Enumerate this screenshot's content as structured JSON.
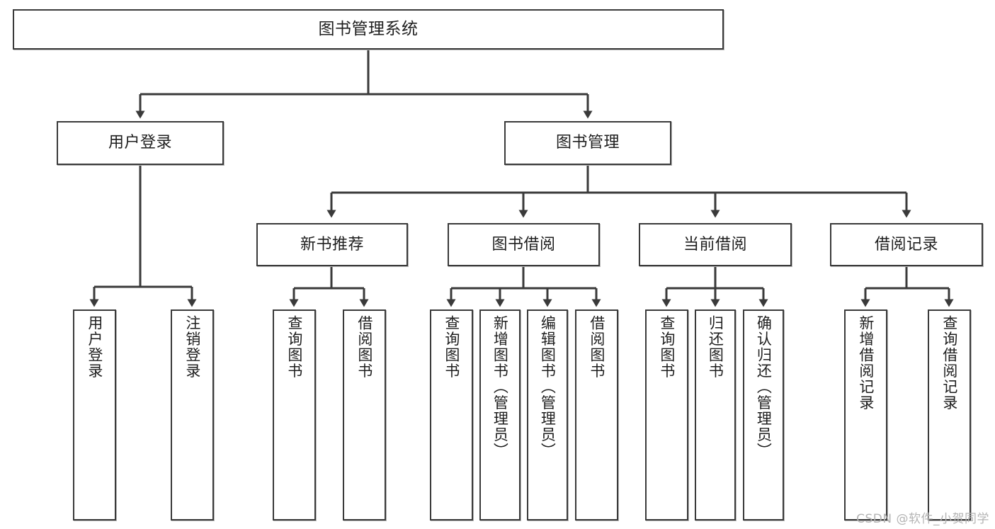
{
  "diagram": {
    "title": "图书管理系统",
    "watermark": "CSDN @软件_小贺同学",
    "line_color": "#3a3a3a",
    "box_fill": "#ffffff",
    "text_color": "#1e1e1e",
    "nodes": {
      "root": "图书管理系统",
      "level2": {
        "user_login": "用户登录",
        "book_manage": "图书管理"
      },
      "level3": {
        "new_book_recommend": "新书推荐",
        "book_borrow": "图书借阅",
        "current_borrow": "当前借阅",
        "borrow_record": "借阅记录"
      },
      "leaves": {
        "user_login_1": "用户登录",
        "user_login_2": "注销登录",
        "recommend_1": "查询图书",
        "recommend_2": "借阅图书",
        "borrow_1": "查询图书",
        "borrow_2": "新增图书（管理员）",
        "borrow_3": "编辑图书（管理员）",
        "borrow_4": "借阅图书",
        "current_1": "查询图书",
        "current_2": "归还图书",
        "current_3": "确认归还（管理员）",
        "record_1": "新增借阅记录",
        "record_2": "查询借阅记录"
      }
    }
  }
}
